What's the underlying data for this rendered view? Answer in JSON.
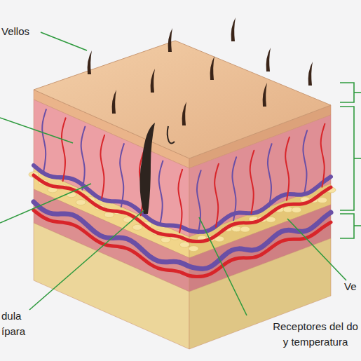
{
  "diagram": {
    "labels": [
      "Vellos",
      "dula ípara",
      "Receptores del do y temperatura",
      "Ve"
    ]
  }
}
